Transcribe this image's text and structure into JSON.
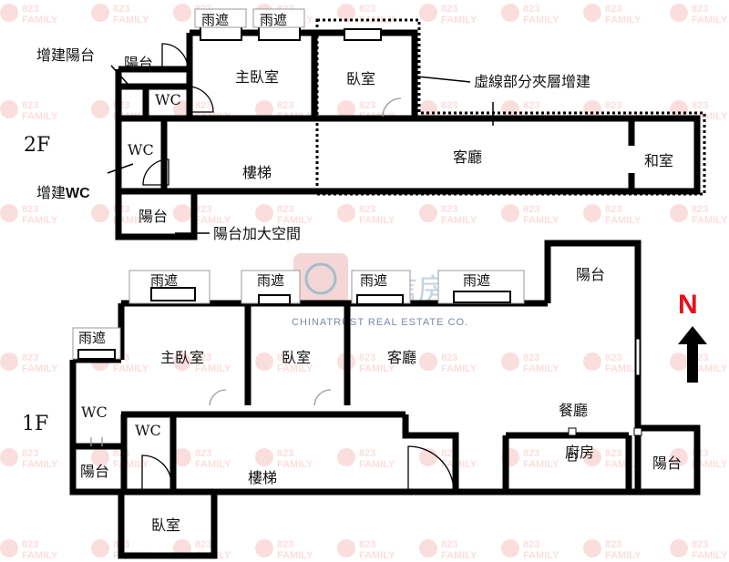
{
  "watermark": {
    "line1": "823",
    "line2": "FAMILY",
    "color": "#f08a8a"
  },
  "brand": {
    "cn": "中信房屋",
    "en": "CHINATRUST REAL ESTATE CO.",
    "color": "#9ab0c8"
  },
  "north": {
    "label": "N",
    "label_color": "#e8121c",
    "arrow_color": "#000000"
  },
  "floor2": {
    "floor_label": "2F",
    "rooms": {
      "balcony_ext": "陽台",
      "master_bed": "主臥室",
      "wc_a": "WC",
      "bedroom": "臥室",
      "wc_b": "WC",
      "stairs": "樓梯",
      "living": "客廳",
      "japanese": "和室",
      "balcony": "陽台"
    },
    "canopies": [
      "雨遮",
      "雨遮"
    ],
    "notes": {
      "added_balcony": "增建陽台",
      "added_wc_prefix": "增建",
      "added_wc_suffix": "WC",
      "mezzanine": "虛線部分夾層增建",
      "balcony_space": "陽台加大空間"
    }
  },
  "floor1": {
    "floor_label": "1F",
    "rooms": {
      "master_bed": "主臥室",
      "bedroom": "臥室",
      "living": "客廳",
      "balcony_ne": "陽台",
      "wc_a": "WC",
      "wc_b": "WC",
      "balcony_w": "陽台",
      "stairs": "樓梯",
      "dining": "餐廳",
      "kitchen": "廚房",
      "balcony_e": "陽台",
      "bedroom_s": "臥室"
    },
    "canopies": [
      "雨遮",
      "雨遮",
      "雨遮",
      "雨遮",
      "雨遮"
    ]
  }
}
